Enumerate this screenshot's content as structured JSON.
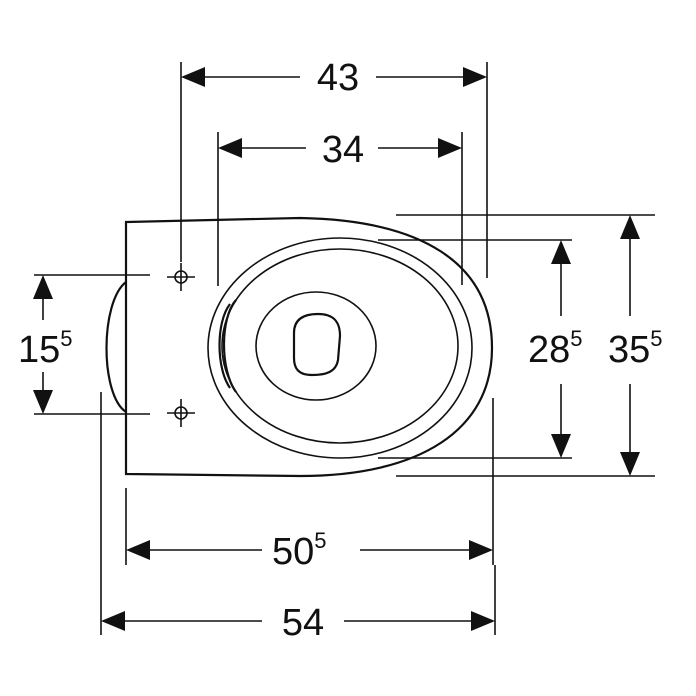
{
  "dimensions": {
    "width_43": {
      "main": "43",
      "sup": ""
    },
    "width_34": {
      "main": "34",
      "sup": ""
    },
    "height_15_5": {
      "main": "15",
      "sup": "5"
    },
    "height_28_5": {
      "main": "28",
      "sup": "5"
    },
    "height_35_5": {
      "main": "35",
      "sup": "5"
    },
    "length_50_5": {
      "main": "50",
      "sup": "5"
    },
    "length_54": {
      "main": "54",
      "sup": ""
    }
  },
  "colors": {
    "line": "#111111",
    "background": "#ffffff"
  }
}
